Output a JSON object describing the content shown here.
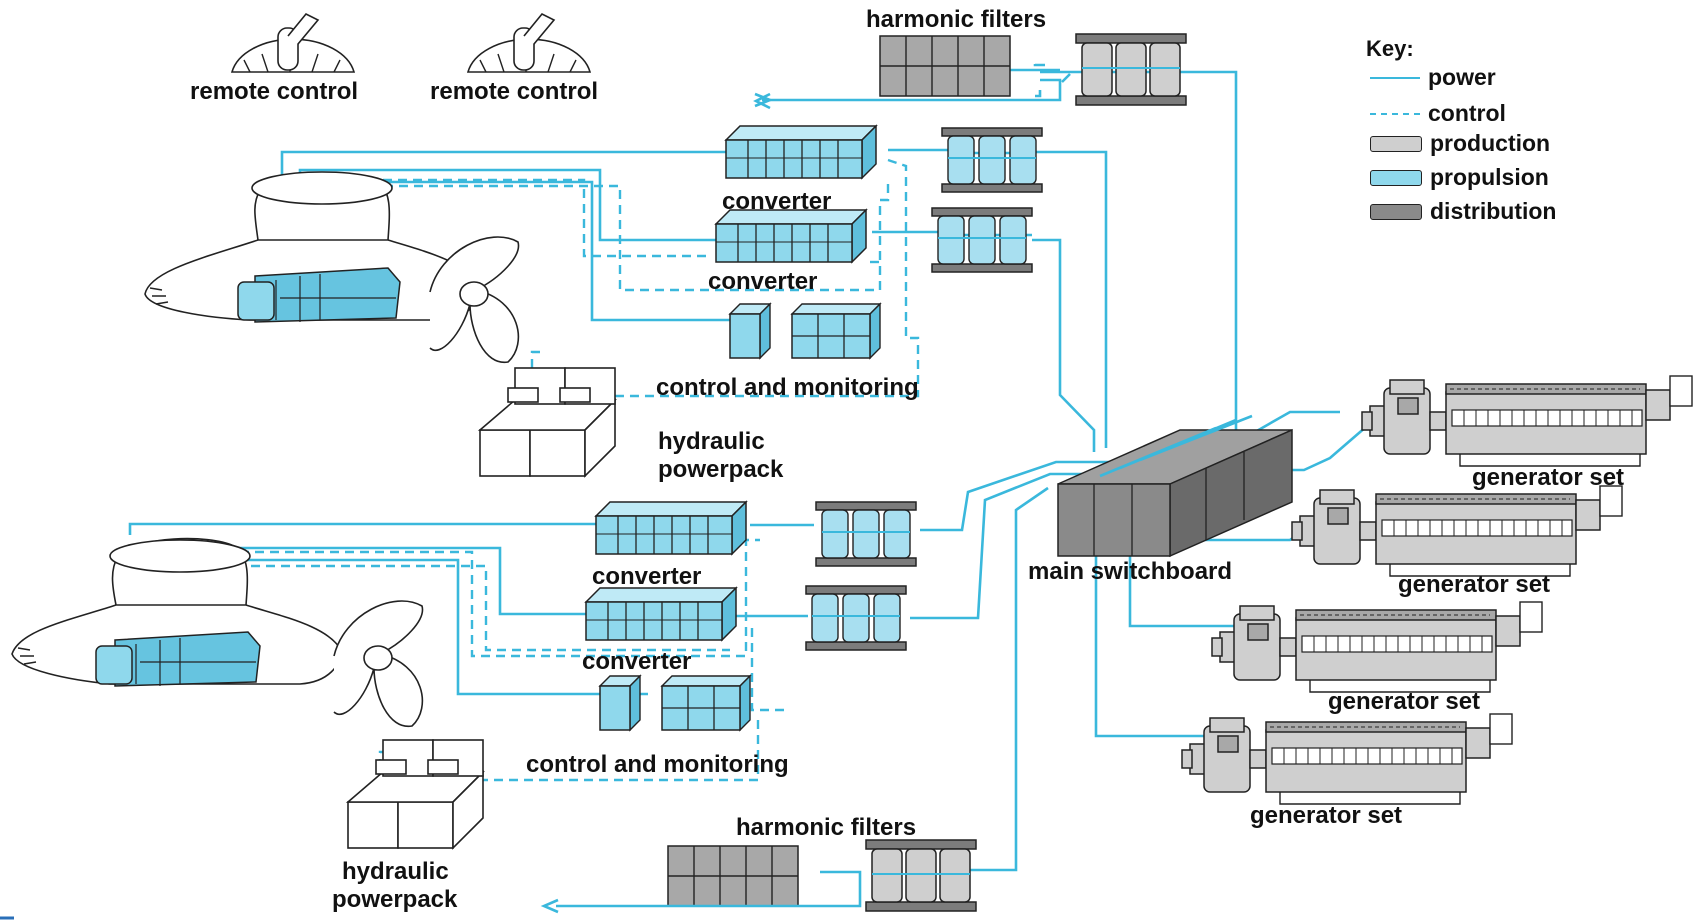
{
  "key": {
    "title": "Key:",
    "items": [
      {
        "label": "power",
        "style": "line"
      },
      {
        "label": "control",
        "style": "dashed"
      },
      {
        "label": "production",
        "style": "box",
        "color": "#cfcfcf"
      },
      {
        "label": "propulsion",
        "style": "box",
        "color": "#8fd8ec"
      },
      {
        "label": "distribution",
        "style": "box",
        "color": "#8a8a8a"
      }
    ]
  },
  "labels": {
    "harmonic_filters_top": "harmonic filters",
    "harmonic_filters_bottom": "harmonic filters",
    "remote_control_1": "remote control",
    "remote_control_2": "remote control",
    "converter_1": "converter",
    "converter_2": "converter",
    "converter_3": "converter",
    "converter_4": "converter",
    "control_monitoring_1": "control and monitoring",
    "control_monitoring_2": "control and monitoring",
    "hydraulic_1": "hydraulic",
    "powerpack_1": "powerpack",
    "hydraulic_2": "hydraulic",
    "powerpack_2": "powerpack",
    "main_switchboard": "main switchboard",
    "generator_set_1": "generator set",
    "generator_set_2": "generator set",
    "generator_set_3": "generator set",
    "generator_set_4": "generator set"
  },
  "colors": {
    "power_line": "#3ab8dc",
    "propulsion": "#8fd8ec",
    "production": "#cfcfcf",
    "distribution": "#8a8a8a"
  }
}
